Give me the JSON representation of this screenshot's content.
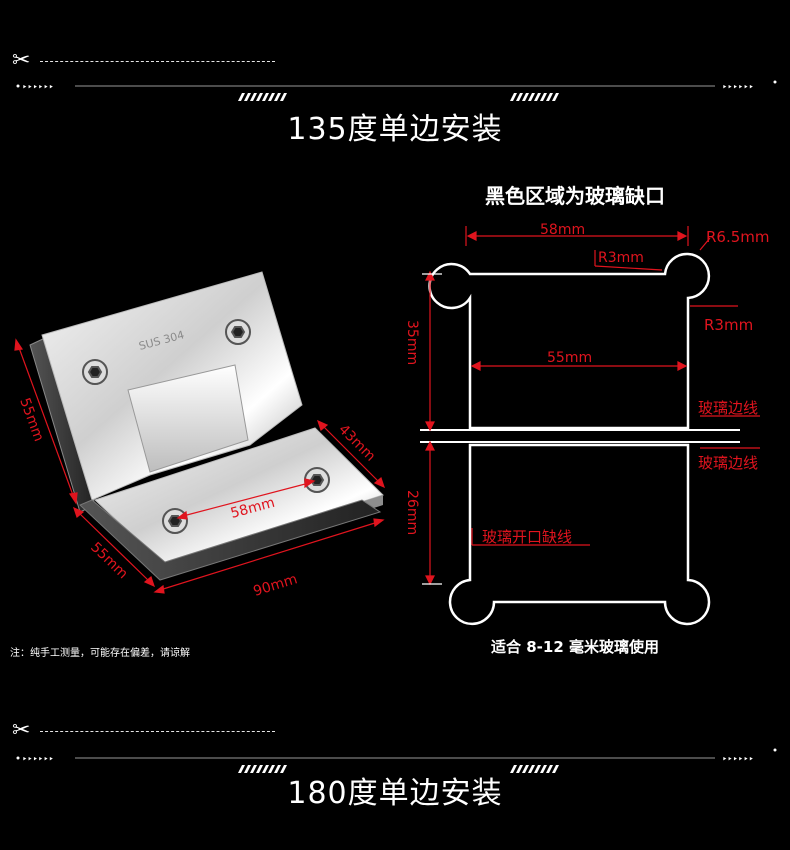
{
  "top_banner": {
    "title": "135度单边安装"
  },
  "bottom_banner": {
    "title": "180度单边安装"
  },
  "product": {
    "engraving": "SUS 304",
    "dims": {
      "height_left": "55mm",
      "depth_right": "43mm",
      "hole_spacing": "58mm",
      "height_bottom_left": "55mm",
      "width_bottom": "90mm"
    }
  },
  "diagram": {
    "heading": "黑色区域为玻璃缺口",
    "labels": {
      "top_width": "58mm",
      "r65": "R6.5mm",
      "r3_top": "R3mm",
      "r3_side": "R3mm",
      "height_upper": "35mm",
      "inner_width": "55mm",
      "glass_edge_1": "玻璃边线",
      "glass_edge_2": "玻璃边线",
      "height_lower": "26mm",
      "cutout_line": "玻璃开口缺线"
    },
    "suitable": "适合 8-12 毫米玻璃使用"
  },
  "note": "注：纯手工测量，可能存在偏差，请谅解",
  "colors": {
    "accent": "#e0141e",
    "background": "#000000",
    "line": "#ffffff"
  },
  "icons": [
    "scissors-icon",
    "scissors-icon"
  ]
}
